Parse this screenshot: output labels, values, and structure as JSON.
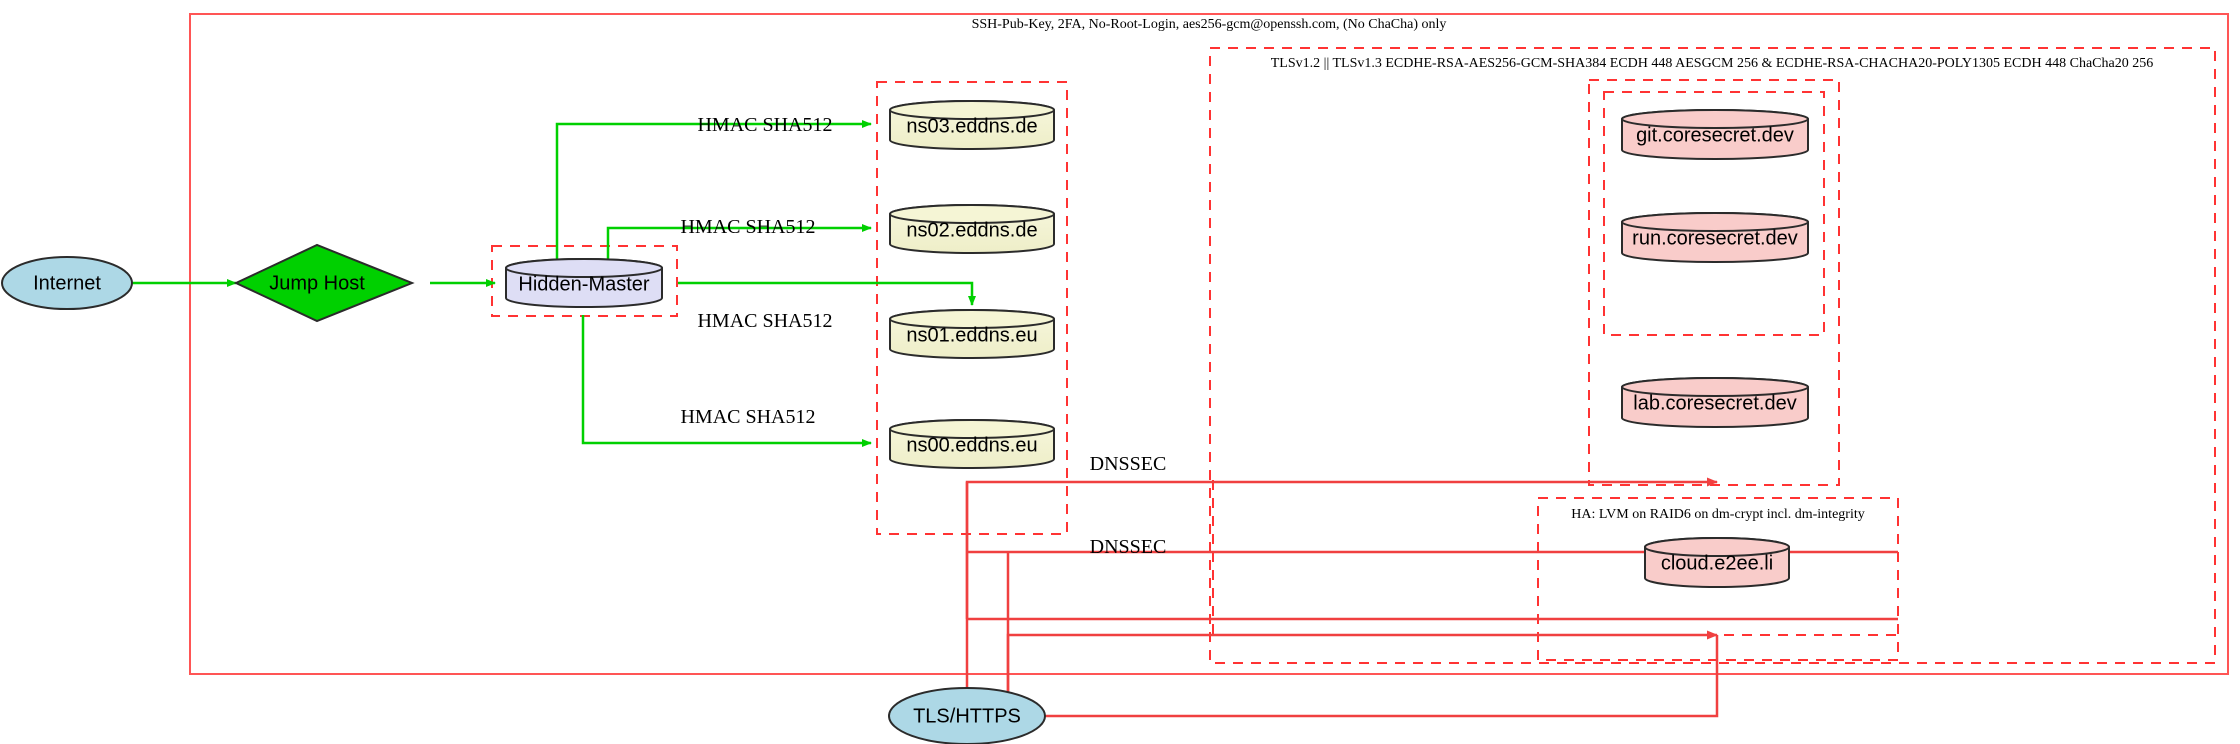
{
  "diagram": {
    "title": "DNS and service infrastructure security topology",
    "colors": {
      "ssh_boundary": "#ff5555",
      "cluster_dashed": "#ff3333",
      "green_edge": "#00d000",
      "red_edge": "#f04040",
      "dns_node_fill": "#f5f5d5",
      "master_node_fill": "#dedef5",
      "service_node_fill": "#f9ccca",
      "cloud_node_fill": "#add8e6",
      "jump_host_fill": "#00d000",
      "outline": "#2b2b2b"
    },
    "clusters": [
      {
        "id": "ssh-boundary",
        "label": "SSH-Pub-Key, 2FA, No-Root-Login, aes256-gcm@openssh.com, (No ChaCha) only",
        "style": "solid"
      },
      {
        "id": "tls-boundary",
        "label": "TLSv1.2 || TLSv1.3 ECDHE-RSA-AES256-GCM-SHA384 ECDH 448 AESGCM 256 & ECDHE-RSA-CHACHA20-POLY1305 ECDH 448 ChaCha20 256",
        "style": "dashed"
      },
      {
        "id": "ha-boundary",
        "label": "HA: LVM on RAID6 on dm-crypt incl. dm-integrity",
        "style": "dashed"
      },
      {
        "id": "hidden-master-box",
        "label": "",
        "style": "dashed"
      },
      {
        "id": "dns-zone-box",
        "label": "",
        "style": "dashed"
      },
      {
        "id": "coresecret-box",
        "label": "",
        "style": "dashed"
      },
      {
        "id": "coresecret-inner-box",
        "label": "",
        "style": "dashed"
      }
    ],
    "nodes": [
      {
        "id": "internet",
        "label": "Internet",
        "shape": "ellipse",
        "fill": "#add8e6"
      },
      {
        "id": "jump-host",
        "label": "Jump Host",
        "shape": "diamond",
        "fill": "#00d000"
      },
      {
        "id": "hidden-master",
        "label": "Hidden-Master",
        "shape": "cylinder",
        "fill": "#dedef5"
      },
      {
        "id": "ns03",
        "label": "ns03.eddns.de",
        "shape": "cylinder",
        "fill": "#f5f5d5"
      },
      {
        "id": "ns02",
        "label": "ns02.eddns.de",
        "shape": "cylinder",
        "fill": "#f5f5d5"
      },
      {
        "id": "ns01",
        "label": "ns01.eddns.eu",
        "shape": "cylinder",
        "fill": "#f5f5d5"
      },
      {
        "id": "ns00",
        "label": "ns00.eddns.eu",
        "shape": "cylinder",
        "fill": "#f5f5d5"
      },
      {
        "id": "git",
        "label": "git.coresecret.dev",
        "shape": "cylinder",
        "fill": "#f9ccca"
      },
      {
        "id": "run",
        "label": "run.coresecret.dev",
        "shape": "cylinder",
        "fill": "#f9ccca"
      },
      {
        "id": "lab",
        "label": "lab.coresecret.dev",
        "shape": "cylinder",
        "fill": "#f9ccca"
      },
      {
        "id": "cloud",
        "label": "cloud.e2ee.li",
        "shape": "cylinder",
        "fill": "#f9ccca"
      },
      {
        "id": "tls-https",
        "label": "TLS/HTTPS",
        "shape": "ellipse",
        "fill": "#add8e6"
      }
    ],
    "edges": [
      {
        "id": "e-internet-jump",
        "from": "internet",
        "to": "jump-host",
        "label": "",
        "color": "green"
      },
      {
        "id": "e-jump-master",
        "from": "jump-host",
        "to": "hidden-master",
        "label": "",
        "color": "green"
      },
      {
        "id": "e-master-ns03",
        "from": "hidden-master",
        "to": "ns03",
        "label": "HMAC SHA512",
        "color": "green"
      },
      {
        "id": "e-master-ns02",
        "from": "hidden-master",
        "to": "ns02",
        "label": "HMAC SHA512",
        "color": "green"
      },
      {
        "id": "e-master-ns01",
        "from": "hidden-master",
        "to": "ns01",
        "label": "HMAC SHA512",
        "color": "green"
      },
      {
        "id": "e-master-ns00",
        "from": "hidden-master",
        "to": "ns00",
        "label": "HMAC SHA512",
        "color": "green"
      },
      {
        "id": "e-dnssec-upper",
        "from": "tls-https",
        "to": "coresecret",
        "label": "DNSSEC",
        "color": "red"
      },
      {
        "id": "e-dnssec-lower",
        "from": "tls-https",
        "to": "cloud",
        "label": "DNSSEC",
        "color": "red"
      },
      {
        "id": "e-tls-out",
        "from": "tls-https",
        "to": "ssh-boundary",
        "label": "",
        "color": "red"
      }
    ],
    "edge_labels": {
      "hmac": "HMAC SHA512",
      "dnssec": "DNSSEC"
    }
  }
}
